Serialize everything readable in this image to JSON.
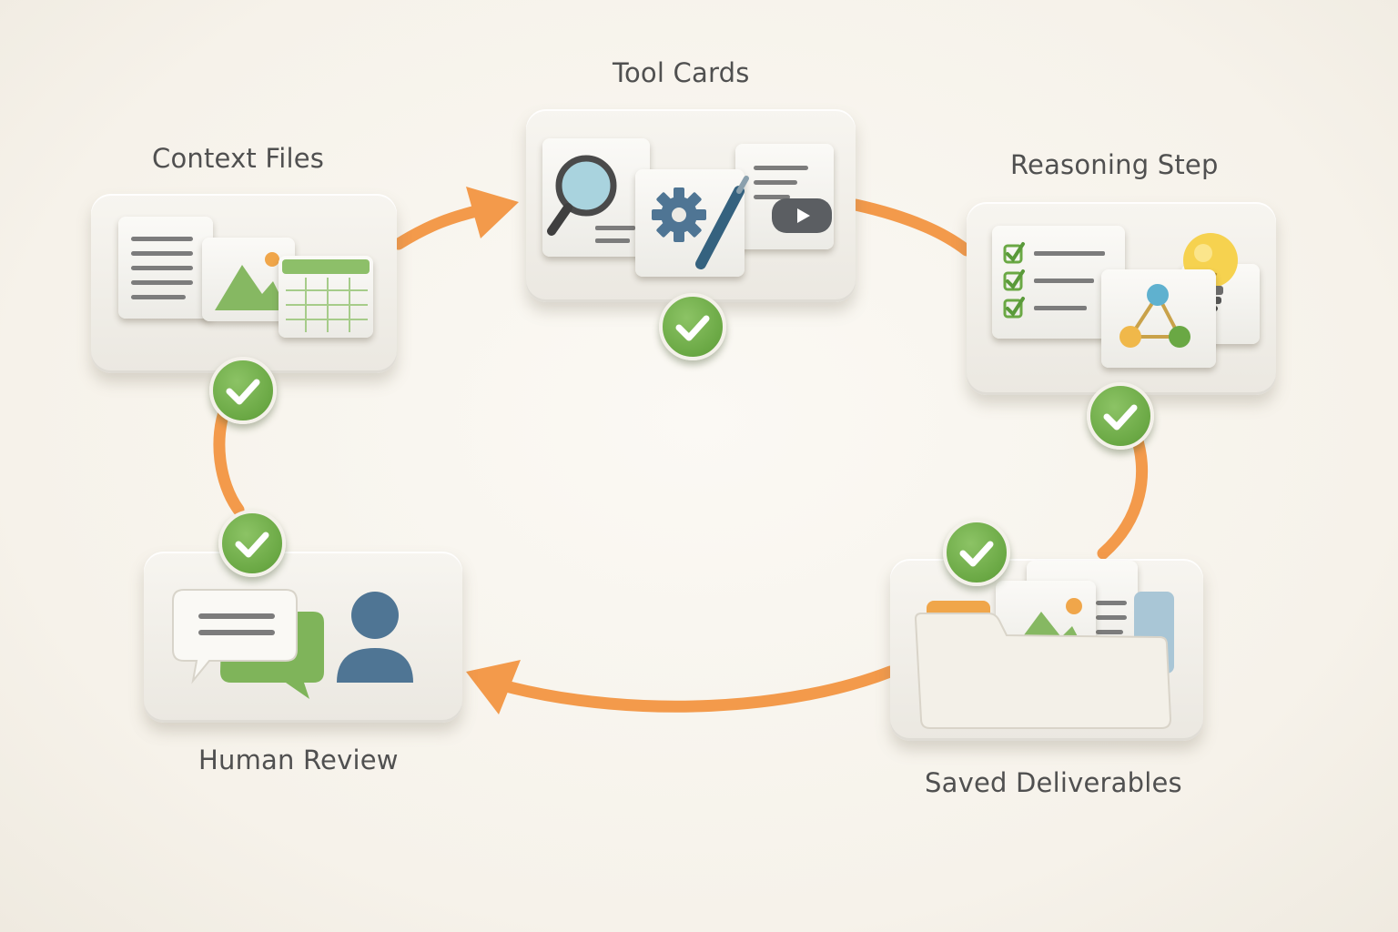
{
  "steps": {
    "context": {
      "label": "Context Files"
    },
    "tools": {
      "label": "Tool Cards"
    },
    "reasoning": {
      "label": "Reasoning Step"
    },
    "deliverables": {
      "label": "Saved Deliverables"
    },
    "review": {
      "label": "Human Review"
    }
  },
  "icons": {
    "context": [
      "document-icon",
      "image-icon",
      "spreadsheet-icon"
    ],
    "tools": [
      "magnifier-icon",
      "gear-icon",
      "pen-icon",
      "video-play-icon"
    ],
    "reasoning": [
      "checklist-icon",
      "network-graph-icon",
      "lightbulb-icon"
    ],
    "deliverables": [
      "folder-icon",
      "image-icon",
      "document-icon"
    ],
    "review": [
      "chat-bubbles-icon",
      "user-avatar-icon"
    ]
  },
  "colors": {
    "arrow": "#f39a4b",
    "check": "#6aa844",
    "accent_green": "#7fb45a",
    "accent_blue": "#4f7594",
    "text": "#505050"
  }
}
